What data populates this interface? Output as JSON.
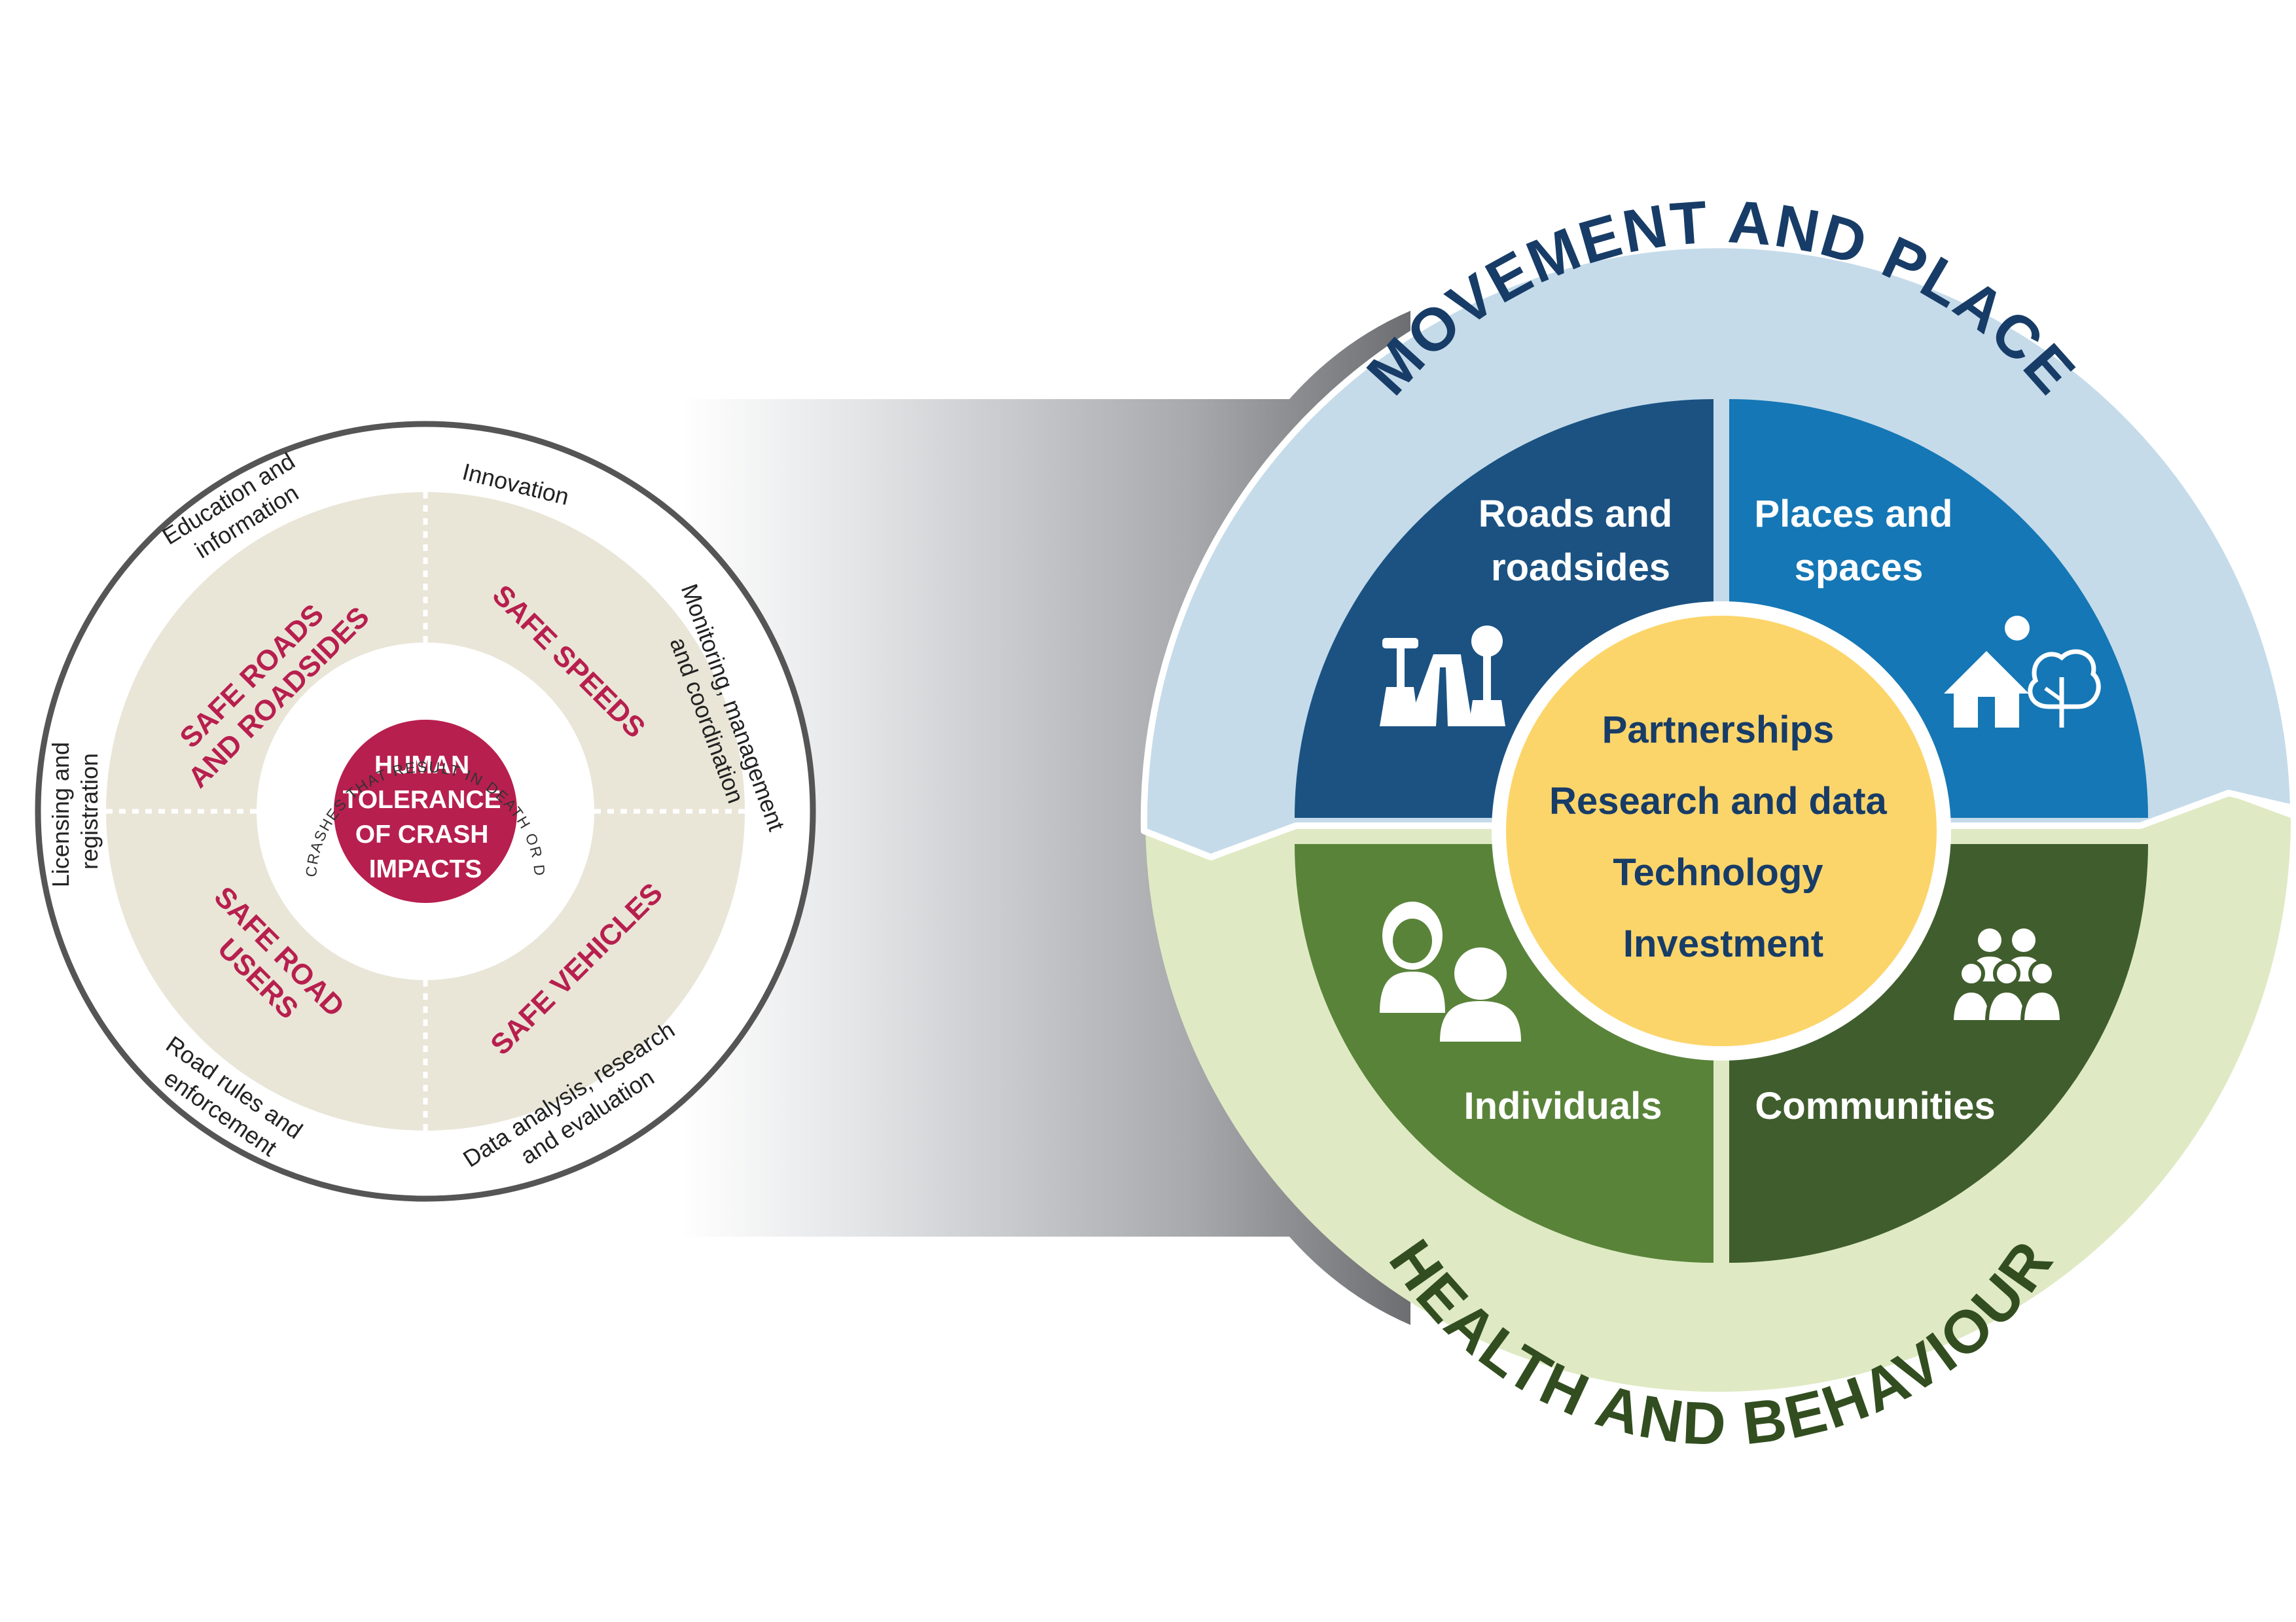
{
  "safe_system": {
    "center_title": [
      "HUMAN",
      "TOLERANCE",
      "OF CRASH",
      "IMPACTS"
    ],
    "ring_text": "WORK TO PREVENT CRASHES THAT RESULT IN DEATH OR DEBILITATING INJURY",
    "pillars": {
      "roads": [
        "SAFE ROADS",
        "AND ROADSIDES"
      ],
      "speeds": [
        "SAFE SPEEDS"
      ],
      "users": [
        "SAFE ROAD",
        "USERS"
      ],
      "vehicles": [
        "SAFE VEHICLES"
      ]
    },
    "outer_labels": {
      "education": [
        "Education and",
        "information"
      ],
      "innovation": [
        "Innovation"
      ],
      "monitoring": [
        "Monitoring, management",
        "and coordination"
      ],
      "licensing": [
        "Licensing and",
        "registration"
      ],
      "road_rules": [
        "Road rules and",
        "enforcement"
      ],
      "data_analysis": [
        "Data analysis, research",
        "and evaluation"
      ]
    }
  },
  "framework": {
    "top_arc": "MOVEMENT AND PLACE",
    "bottom_arc": "HEALTH AND BEHAVIOUR",
    "quadrants": {
      "roads_and_roadsides": [
        "Roads and",
        "roadsides"
      ],
      "places_and_spaces": [
        "Places and",
        "spaces"
      ],
      "individuals": [
        "Individuals"
      ],
      "communities": [
        "Communities"
      ]
    },
    "center_items": [
      "Partnerships",
      "Research and data",
      "Technology",
      "Investment"
    ]
  },
  "colors": {
    "crimson": "#b71f4e",
    "beige": "#e9e6d8",
    "grey_ring": "#555555",
    "light_blue": "#c5dbea",
    "light_green": "#dfeac4",
    "navy": "#1b5282",
    "blue": "#1577b5",
    "green": "#5a833a",
    "dark_green": "#405e2d",
    "yellow": "#fcd56a",
    "title_navy": "#173c67",
    "title_green": "#324e20"
  },
  "icons": [
    "road-icon",
    "house-tree-icon",
    "people-icon",
    "group-icon"
  ]
}
